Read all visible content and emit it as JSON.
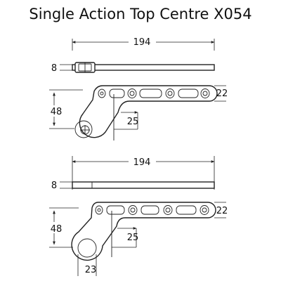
{
  "title": "Single Action Top Centre X054",
  "dimensions": {
    "upper": {
      "length": "194",
      "thickness": "8",
      "height": "48",
      "width_end": "22",
      "offset": "25"
    },
    "lower": {
      "length": "194",
      "thickness": "8",
      "height": "48",
      "width_end": "22",
      "offset": "25",
      "boss_diameter": "23"
    }
  },
  "colors": {
    "line": "#222222",
    "fill": "#ffffff"
  }
}
